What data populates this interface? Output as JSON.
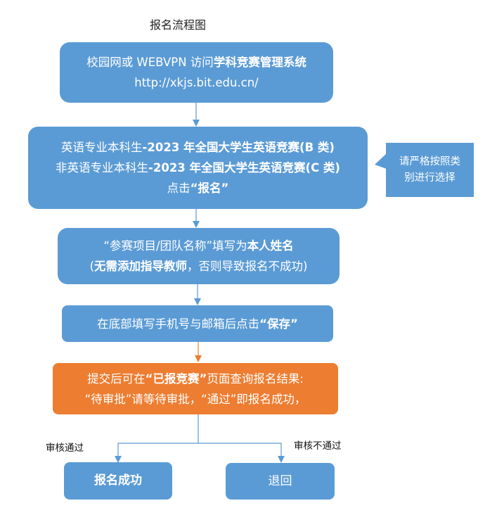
{
  "title": "报名流程图",
  "colors": {
    "step": "#5B9BD5",
    "highlight": "#ED7D31",
    "connector": "#5B9BD5",
    "connector_highlight": "#ED7D31"
  },
  "step1": {
    "line1_normal": "校园网或 WEBVPN 访问",
    "line1_bold": "学科竞赛管理系统",
    "line2": "http://xkjs.bit.edu.cn/"
  },
  "step2": {
    "line1_normal": "英语专业本科生",
    "line1_bold": "-2023 年全国大学生英语竞赛(B 类)",
    "line2_normal": "非英语专业本科生",
    "line2_bold": "-2023 年全国大学生英语竞赛(C 类)",
    "line3_normal": "点击",
    "line3_bold": "“报名”"
  },
  "callout": {
    "line1": "请严格按照类",
    "line2": "别进行选择"
  },
  "step3": {
    "line1_normal": "“参赛项目/团队名称”填写为",
    "line1_bold": "本人姓名",
    "line2_open": "(",
    "line2_bold": "无需添加指导教师",
    "line2_normal": "，否则导致报名不成功)"
  },
  "step4": {
    "normal": "在底部填写手机号与邮箱后点击",
    "bold": "“保存”"
  },
  "step5": {
    "line1_a": "提交后可在",
    "line1_bold": "“已报竞赛”",
    "line1_b": "页面查询报名结果:",
    "line2": "“待审批”请等待审批，“通过”即报名成功，"
  },
  "branches": {
    "pass_label": "审核通过",
    "fail_label": "审核不通过"
  },
  "outcomes": {
    "success": "报名成功",
    "return": "退回"
  }
}
